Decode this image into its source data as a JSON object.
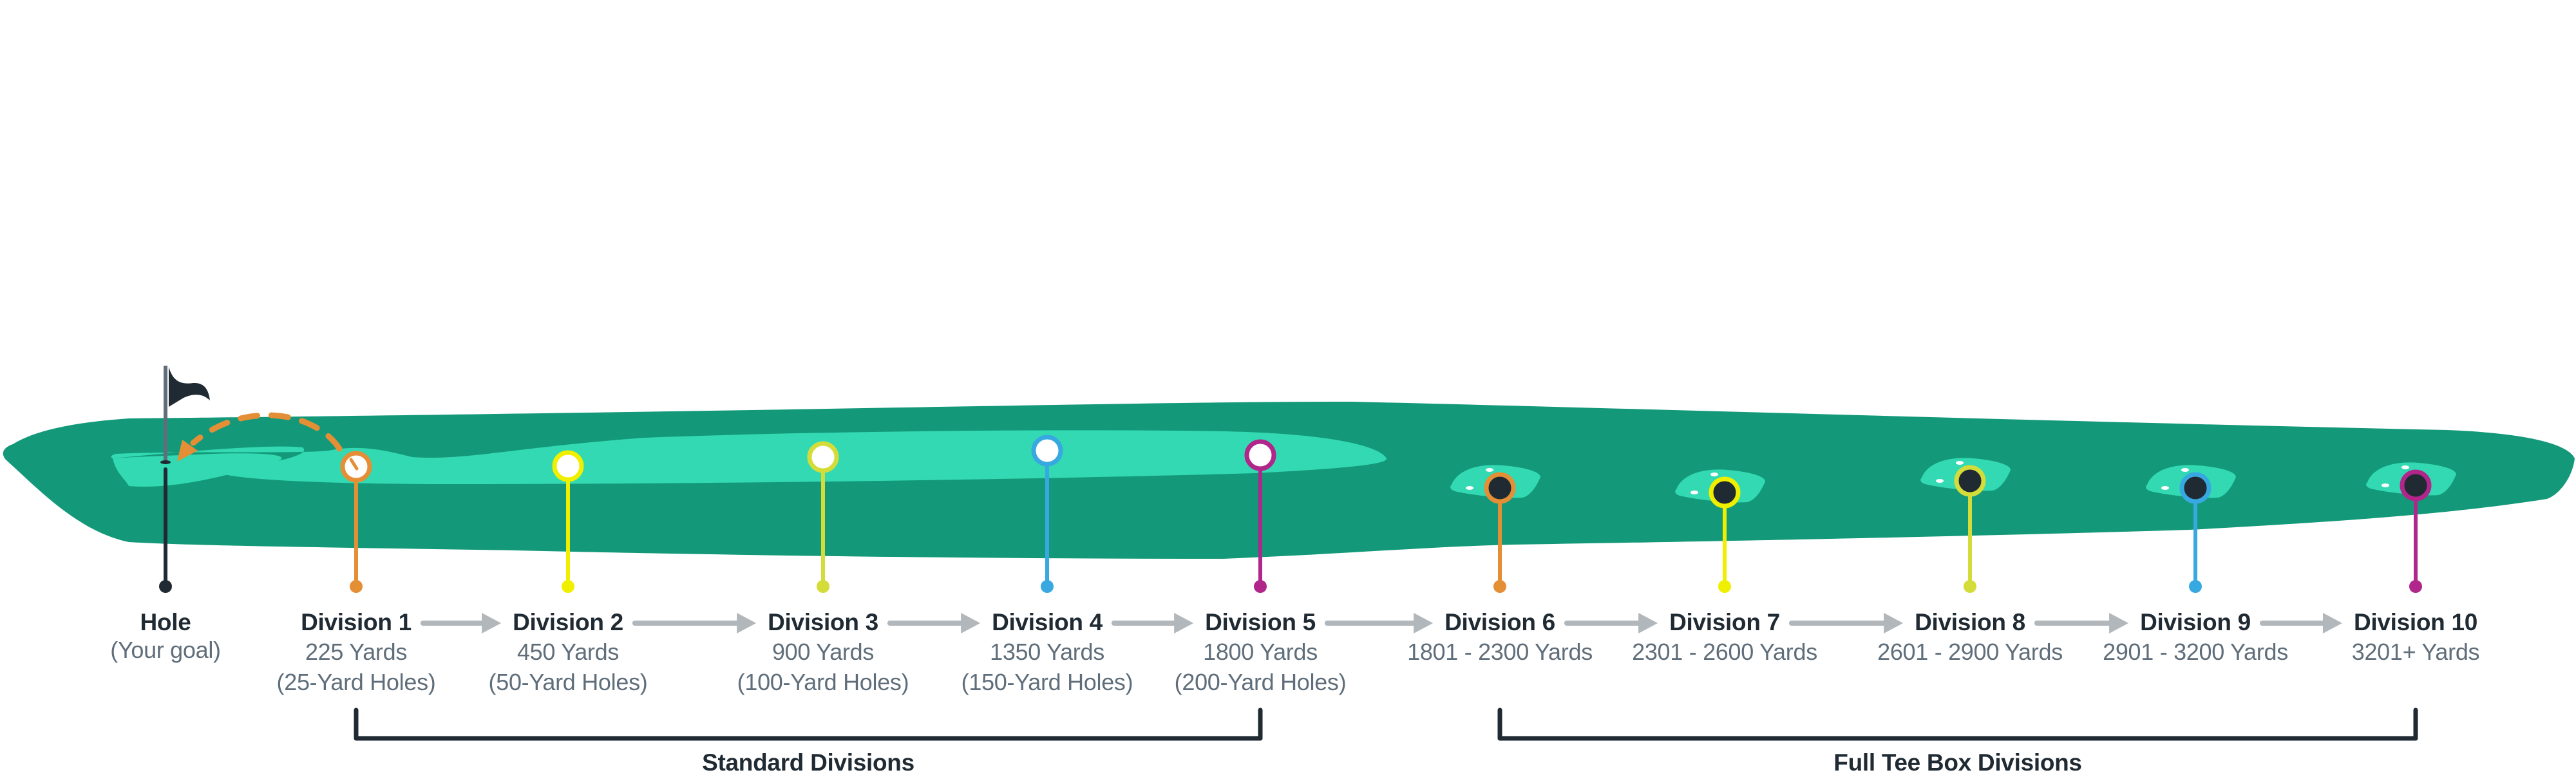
{
  "colors": {
    "fairway": "#13997a",
    "green": "#33d9b2",
    "ink": "#1f2a33",
    "subtext": "#5f6e7a",
    "arrow": "#b1b7bb",
    "flag_pole": "#5f6e7a",
    "white": "#ffffff"
  },
  "hole": {
    "title": "Hole",
    "subtitle": "(Your goal)",
    "color": "#1f2a33"
  },
  "divisions": [
    {
      "title": "Division 1",
      "lines": [
        "225 Yards",
        "(25-Yard Holes)"
      ],
      "color": "#e48f35",
      "marker": "open",
      "group": "standard"
    },
    {
      "title": "Division 2",
      "lines": [
        "450 Yards",
        "(50-Yard Holes)"
      ],
      "color": "#f0ef00",
      "marker": "open",
      "group": "standard"
    },
    {
      "title": "Division 3",
      "lines": [
        "900 Yards",
        "(100-Yard Holes)"
      ],
      "color": "#d4dc3a",
      "marker": "open",
      "group": "standard"
    },
    {
      "title": "Division 4",
      "lines": [
        "1350 Yards",
        "(150-Yard Holes)"
      ],
      "color": "#38a9e0",
      "marker": "open",
      "group": "standard"
    },
    {
      "title": "Division 5",
      "lines": [
        "1800 Yards",
        "(200-Yard Holes)"
      ],
      "color": "#b0268a",
      "marker": "open",
      "group": "standard"
    },
    {
      "title": "Division 6",
      "lines": [
        "1801 - 2300 Yards"
      ],
      "color": "#e48f35",
      "marker": "tee",
      "group": "full"
    },
    {
      "title": "Division 7",
      "lines": [
        "2301 - 2600 Yards"
      ],
      "color": "#f0ef00",
      "marker": "tee",
      "group": "full"
    },
    {
      "title": "Division 8",
      "lines": [
        "2601 - 2900 Yards"
      ],
      "color": "#d4dc3a",
      "marker": "tee",
      "group": "full"
    },
    {
      "title": "Division 9",
      "lines": [
        "2901 - 3200 Yards"
      ],
      "color": "#38a9e0",
      "marker": "tee",
      "group": "full"
    },
    {
      "title": "Division 10",
      "lines": [
        "3201+ Yards"
      ],
      "color": "#b0268a",
      "marker": "tee",
      "group": "full"
    }
  ],
  "groups": {
    "standard": {
      "label": "Standard Divisions"
    },
    "full": {
      "label": "Full Tee Box Divisions"
    }
  },
  "icons": {
    "flag": "flag-icon",
    "hole": "hole-icon",
    "shot_arc": "dashed-arrow-icon",
    "progression_arrow": "right-arrow-icon"
  }
}
